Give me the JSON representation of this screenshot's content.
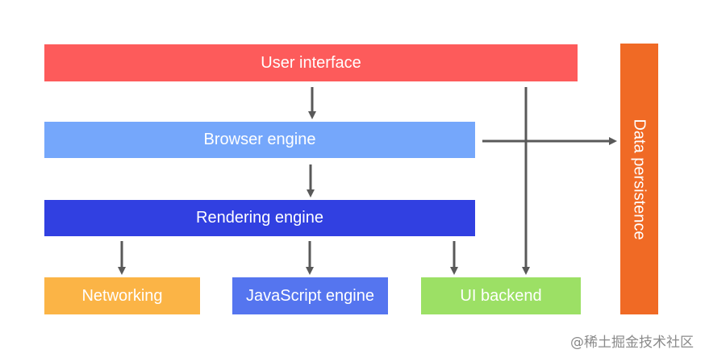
{
  "boxes": {
    "user_interface": {
      "label": "User interface",
      "color": "#fd5b5b"
    },
    "browser_engine": {
      "label": "Browser engine",
      "color": "#75a7fb"
    },
    "rendering_engine": {
      "label": "Rendering engine",
      "color": "#3140e1"
    },
    "networking": {
      "label": "Networking",
      "color": "#fbb446"
    },
    "javascript_engine": {
      "label": "JavaScript engine",
      "color": "#5575ef"
    },
    "ui_backend": {
      "label": "UI backend",
      "color": "#9ce065"
    },
    "data_persistence": {
      "label": "Data persistence",
      "color": "#f06a25"
    }
  },
  "arrow_color": "#595959",
  "watermark": "@稀土掘金技术社区"
}
